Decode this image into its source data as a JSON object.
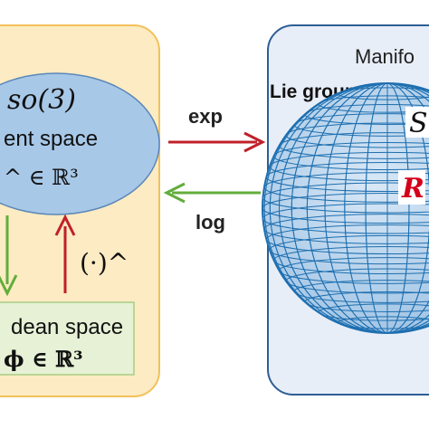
{
  "left_panel": {
    "algebra_title": "so(3)",
    "tangent_label": "ent space",
    "hat_vector_label": "^ ∈ ℝ³",
    "hat_operator_label": "(·)^",
    "euclidean_label": "dean space",
    "euclidean_vector_label": "ϕ ∈ ℝ³"
  },
  "arrows": {
    "exp_label": "exp",
    "log_label": "log"
  },
  "right_panel": {
    "manifold_label": "Manifo",
    "lie_group_label": "Lie group",
    "group_symbol": "S",
    "element_symbol": "R"
  },
  "colors": {
    "left_panel_fill": "#fcebc3",
    "left_panel_border": "#f3c15a",
    "ellipse_fill": "#a8c8e8",
    "ellipse_border": "#5b87b9",
    "euclidean_box_fill": "#e6f1d5",
    "euclidean_box_border": "#a9cd84",
    "right_panel_fill": "#e8eef8",
    "right_panel_border": "#2e5e94",
    "sphere_color": "#1d6fb0",
    "arrow_red": "#c0202a",
    "arrow_green": "#62ad3c",
    "element_red": "#d4001a"
  }
}
